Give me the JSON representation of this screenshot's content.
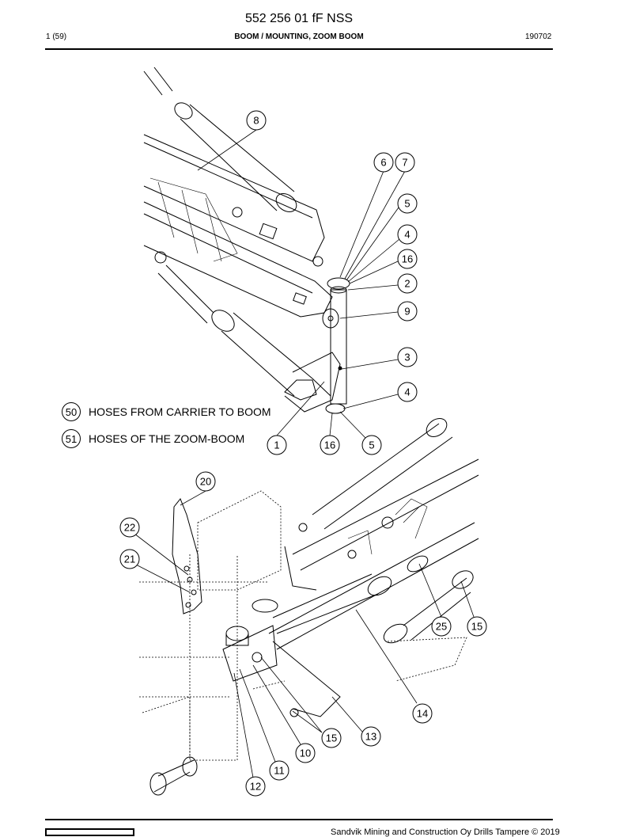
{
  "header": {
    "doc_number": "552 256 01 fF NSS",
    "page": "1 (59)",
    "section": "BOOM / MOUNTING, ZOOM BOOM",
    "date_code": "190702"
  },
  "legend": [
    {
      "num": "50",
      "text": "HOSES FROM CARRIER TO BOOM"
    },
    {
      "num": "51",
      "text": "HOSES OF THE ZOOM-BOOM"
    }
  ],
  "callouts_top": [
    "8",
    "6",
    "7",
    "5",
    "4",
    "16",
    "2",
    "9",
    "3",
    "4",
    "1",
    "16",
    "5"
  ],
  "callouts_bottom": [
    "20",
    "22",
    "21",
    "25",
    "15",
    "14",
    "13",
    "15",
    "10",
    "11",
    "12"
  ],
  "footer": {
    "copyright": "Sandvik Mining and Construction Oy Drills Tampere © 2019"
  }
}
